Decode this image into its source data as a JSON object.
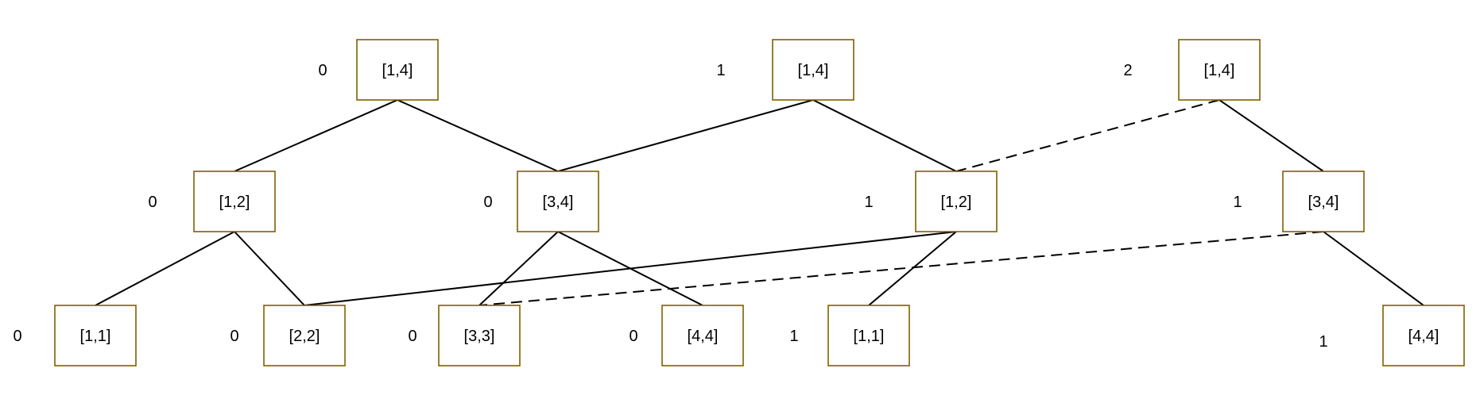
{
  "diagram": {
    "nodes": [
      {
        "id": "r0",
        "label": "[1,4]",
        "version": "0"
      },
      {
        "id": "r1",
        "label": "[1,4]",
        "version": "1"
      },
      {
        "id": "r2",
        "label": "[1,4]",
        "version": "2"
      },
      {
        "id": "a12",
        "label": "[1,2]",
        "version": "0"
      },
      {
        "id": "a34",
        "label": "[3,4]",
        "version": "0"
      },
      {
        "id": "b12",
        "label": "[1,2]",
        "version": "1"
      },
      {
        "id": "b34",
        "label": "[3,4]",
        "version": "1"
      },
      {
        "id": "l11",
        "label": "[1,1]",
        "version": "0"
      },
      {
        "id": "l22",
        "label": "[2,2]",
        "version": "0"
      },
      {
        "id": "l33",
        "label": "[3,3]",
        "version": "0"
      },
      {
        "id": "l44",
        "label": "[4,4]",
        "version": "0"
      },
      {
        "id": "m11",
        "label": "[1,1]",
        "version": "1"
      },
      {
        "id": "m44",
        "label": "[4,4]",
        "version": "1"
      }
    ],
    "edges": [
      {
        "from": "r0",
        "to": "a12",
        "style": "solid"
      },
      {
        "from": "r0",
        "to": "a34",
        "style": "solid"
      },
      {
        "from": "r1",
        "to": "a34",
        "style": "solid"
      },
      {
        "from": "r1",
        "to": "b12",
        "style": "solid"
      },
      {
        "from": "r2",
        "to": "b12",
        "style": "dashed"
      },
      {
        "from": "r2",
        "to": "b34",
        "style": "solid"
      },
      {
        "from": "a12",
        "to": "l11",
        "style": "solid"
      },
      {
        "from": "a12",
        "to": "l22",
        "style": "solid"
      },
      {
        "from": "a34",
        "to": "l33",
        "style": "solid"
      },
      {
        "from": "a34",
        "to": "l44",
        "style": "solid"
      },
      {
        "from": "b12",
        "to": "l22",
        "style": "solid"
      },
      {
        "from": "b12",
        "to": "m11",
        "style": "solid"
      },
      {
        "from": "b34",
        "to": "l33",
        "style": "dashed"
      },
      {
        "from": "b34",
        "to": "m44",
        "style": "solid"
      }
    ],
    "colors": {
      "box_border": "#7f6000",
      "edge": "#000000",
      "text": "#000000"
    }
  }
}
